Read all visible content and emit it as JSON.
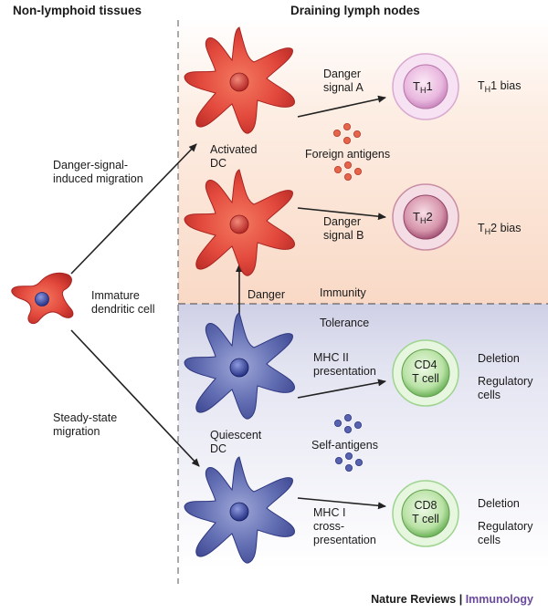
{
  "headers": {
    "left": "Non-lymphoid tissues",
    "right": "Draining lymph nodes"
  },
  "left": {
    "danger_migration": [
      "Danger-signal-",
      "induced migration"
    ],
    "immature_cell": [
      "Immature",
      "dendritic cell"
    ],
    "steady_migration": [
      "Steady-state",
      "migration"
    ]
  },
  "dc": {
    "activated": [
      "Activated",
      "DC"
    ],
    "quiescent": [
      "Quiescent",
      "DC"
    ]
  },
  "signals": {
    "danger_a": [
      "Danger",
      "signal A"
    ],
    "danger_b": [
      "Danger",
      "signal B"
    ],
    "mhc2": [
      "MHC II",
      "presentation"
    ],
    "mhc1": [
      "MHC I",
      "cross-",
      "presentation"
    ]
  },
  "antigens": {
    "foreign": "Foreign antigens",
    "self": "Self-antigens"
  },
  "zones": {
    "danger": "Danger",
    "immunity": "Immunity",
    "tolerance": "Tolerance"
  },
  "tcells": {
    "th1_main": "T",
    "th1_sub": "H",
    "th1_num": "1",
    "th2_main": "T",
    "th2_sub": "H",
    "th2_num": "2",
    "cd4": [
      "CD4",
      "T cell"
    ],
    "cd8": [
      "CD8",
      "T cell"
    ]
  },
  "outcomes": {
    "th1_bias_main": "T",
    "th1_bias_sub": "H",
    "th1_bias_rest": "1 bias",
    "th2_bias_main": "T",
    "th2_bias_sub": "H",
    "th2_bias_rest": "2 bias",
    "cd4_deletion": "Deletion",
    "cd4_regulatory": [
      "Regulatory",
      "cells"
    ],
    "cd8_deletion": "Deletion",
    "cd8_regulatory": [
      "Regulatory",
      "cells"
    ]
  },
  "footer": {
    "brand1": "Nature Reviews",
    "separator": " | ",
    "brand2": "Immunology"
  },
  "colors": {
    "red_cell": "#e2483c",
    "blue_cell": "#4a5aa8",
    "th1_ring": "#e7c1e4",
    "th2_ring": "#c9899f",
    "green_ring": "#9ed48f"
  }
}
